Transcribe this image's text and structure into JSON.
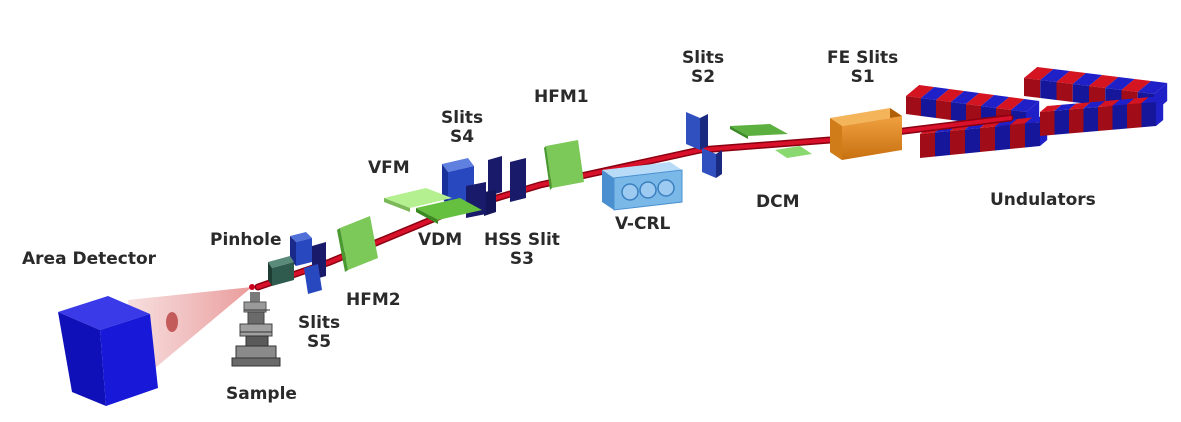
{
  "components": {
    "area_detector": {
      "label": "Area Detector"
    },
    "sample": {
      "label": "Sample"
    },
    "slits_s5": {
      "line1": "Slits",
      "line2": "S5"
    },
    "pinhole": {
      "label": "Pinhole"
    },
    "hfm2": {
      "label": "HFM2"
    },
    "vfm": {
      "label": "VFM"
    },
    "vdm": {
      "label": "VDM"
    },
    "slits_s4": {
      "line1": "Slits",
      "line2": "S4"
    },
    "hss_slit_s3": {
      "line1": "HSS Slit",
      "line2": "S3"
    },
    "hfm1": {
      "label": "HFM1"
    },
    "v_crl": {
      "label": "V-CRL"
    },
    "slits_s2": {
      "line1": "Slits",
      "line2": "S2"
    },
    "dcm": {
      "label": "DCM"
    },
    "fe_slits_s1": {
      "line1": "FE Slits",
      "line2": "S1"
    },
    "undulators": {
      "label": "Undulators"
    }
  },
  "colors": {
    "beam": "#c8001e",
    "detector": "#1414d8",
    "slit_blue": "#2840b0",
    "slit_dark": "#14145a",
    "mirror_green": "#6cc24a",
    "mirror_light": "#a8e888",
    "crl_blue": "#7ab8e8",
    "fe_orange": "#e08a1e",
    "undulator_red": "#d41420",
    "undulator_blue": "#2020c8"
  }
}
